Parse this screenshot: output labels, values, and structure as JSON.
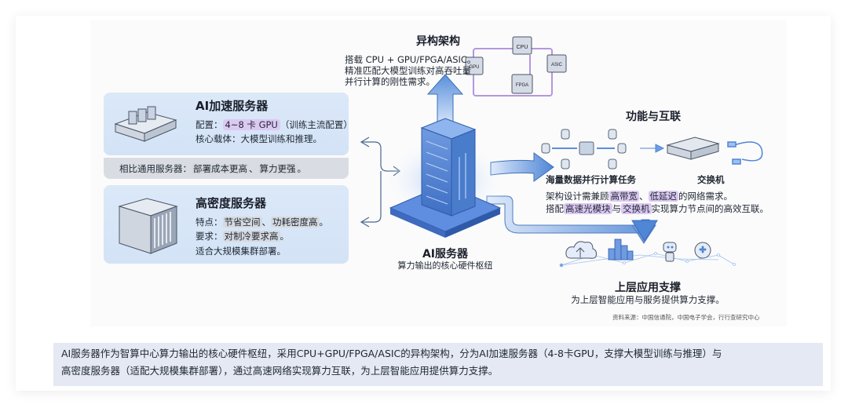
{
  "figure": {
    "hetero": {
      "title": "异构架构",
      "lines": [
        "搭载 CPU + GPU/FPGA/ASIC。",
        "精准匹配大模型训练对高吞吐量",
        "并行计算的刚性需求。"
      ],
      "chips": [
        "CPU",
        "GPU",
        "ASIC",
        "FPGA"
      ]
    },
    "ai_accel": {
      "title": "AI加速服务器",
      "config_label": "配置：",
      "config_value": "4~8 卡 GPU",
      "config_note": "（训练主流配置）",
      "carrier_label": "核心载体：",
      "carrier_value": "大模型训练和推理。",
      "compare_label": "相比通用服务器：",
      "compare_a": "部署成本更高",
      "compare_sep": "、",
      "compare_b": "算力更强",
      "compare_end": "。"
    },
    "high_density": {
      "title": "高密度服务器",
      "feature_label": "特点：",
      "feature_a": "节省空间",
      "feature_sep": "、",
      "feature_b": "功耗密度高",
      "feature_end": "。",
      "req_label": "要求：",
      "req_value": "对制冷要求高",
      "req_end": "。",
      "fit": "适合大规模集群部署。"
    },
    "center": {
      "title": "AI服务器",
      "subtitle": "算力输出的核心硬件枢纽"
    },
    "interconnect": {
      "title": "功能与互联",
      "parallel_label": "海量数据并行计算任务",
      "switch_label": "交换机",
      "line1_pre": "架构设计需兼顾",
      "line1_hl1": "高带宽",
      "line1_sep": "、",
      "line1_hl2": "低延迟",
      "line1_post": "的网络需求。",
      "line2_pre": "搭配",
      "line2_hl1": "高速光模块",
      "line2_mid": "与",
      "line2_hl2": "交换机",
      "line2_post": "实现算力节点间的高效互联。"
    },
    "apps": {
      "title": "上层应用支撑",
      "subtitle": "为上层智能应用与服务提供算力支撑。"
    },
    "source": "资料来源：中国信通院，中国电子学会，行行查研究中心"
  },
  "caption": {
    "line1": "AI服务器作为智算中心算力输出的核心硬件枢纽，采用CPU+GPU/FPGA/ASIC的异构架构，分为AI加速服务器（4-8卡GPU，支撑大模型训练与推理）与",
    "line2": "高密度服务器（适配大规模集群部署），通过高速网络实现算力互联，为上层智能应用提供算力支撑。"
  },
  "colors": {
    "box_blue": "#d6e5f7",
    "arrow_blue": "#5b8fd9",
    "highlight_purple": "#dcc9f2",
    "caption_bg": "#e4e9f3"
  }
}
